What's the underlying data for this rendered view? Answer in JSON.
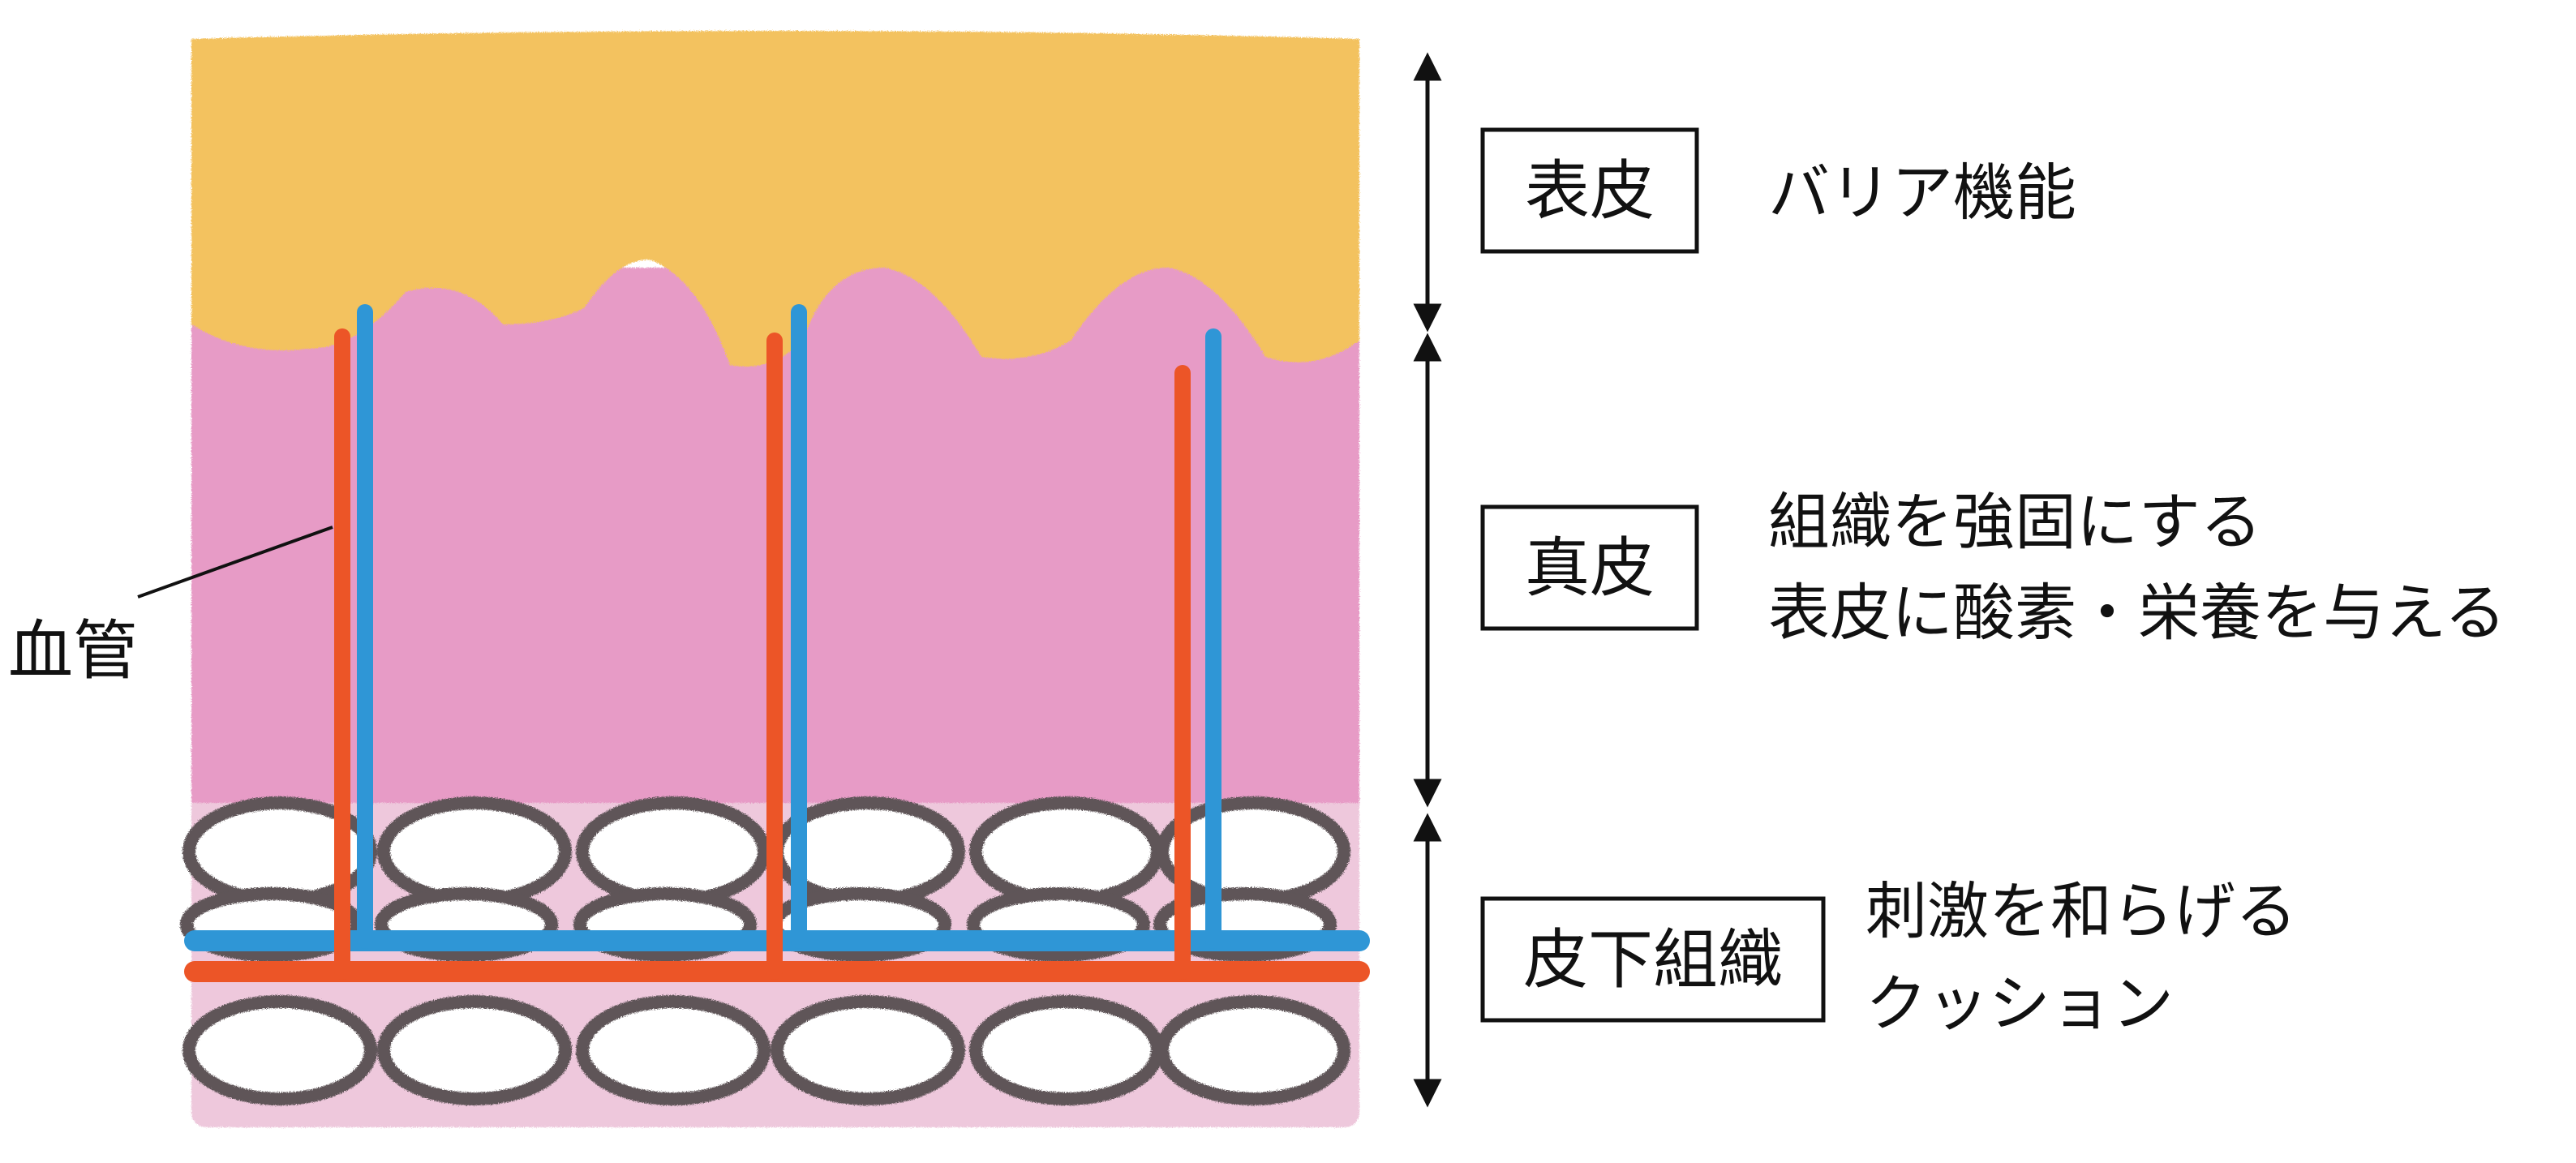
{
  "layers": [
    {
      "label": "表皮",
      "descriptions": [
        "バリア機能"
      ]
    },
    {
      "label": "真皮",
      "descriptions": [
        "組織を強固にする",
        "表皮に酸素・栄養を与える"
      ]
    },
    {
      "label": "皮下組織",
      "descriptions": [
        "刺激を和らげる",
        "クッション"
      ]
    }
  ],
  "vessel_label": "血管",
  "colors": {
    "epidermis": "#f3c25f",
    "dermis": "#e79bc6",
    "subcutis": "#eec8dc",
    "fat_outline": "#5e5558",
    "artery": "#ec5527",
    "vein": "#2f96d6",
    "text": "#111111"
  }
}
